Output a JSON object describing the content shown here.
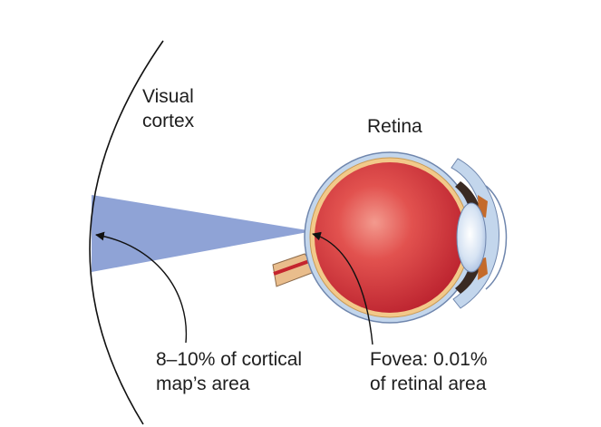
{
  "labels": {
    "visual_cortex": [
      "Visual",
      "cortex"
    ],
    "retina": "Retina",
    "cortical_area": [
      "8–10% of cortical",
      "map’s area"
    ],
    "fovea": [
      "Fovea: 0.01%",
      "of retinal area"
    ]
  },
  "colors": {
    "projection_wedge": "#8fa3d6",
    "eyeball": "#d7363e",
    "sclera": "#c3d6ec",
    "retina_layer": "#f2c98a",
    "lens": "#b6cbe8",
    "optic_nerve": "#e8b987",
    "line": "#111111"
  }
}
